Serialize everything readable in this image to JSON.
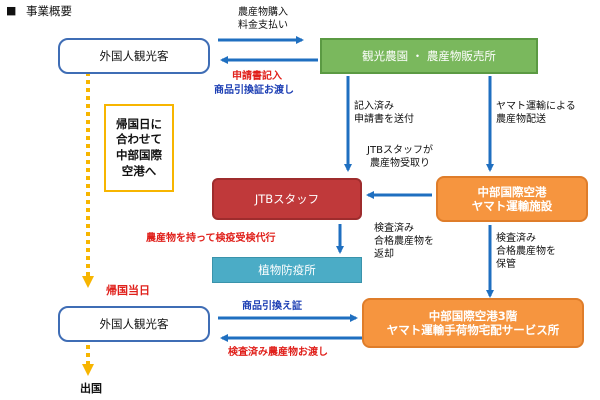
{
  "header": {
    "marker": "■",
    "title": "事業概要"
  },
  "nodes": {
    "tourist_top": "外国人観光客",
    "farm": "観光農園 ・ 農産物販売所",
    "jtb": "JTBスタッフ",
    "airport_yamato": [
      "中部国際空港",
      "ヤマト運輸施設"
    ],
    "plant": "植物防疫所",
    "tourist_bottom": "外国人観光客",
    "service": [
      "中部国際空港3階",
      "ヤマト運輸手荷物宅配サービス所"
    ],
    "note_box": [
      "帰国日に",
      "合わせて",
      "中部国際",
      "空港へ"
    ]
  },
  "labels": {
    "purchase": [
      "農産物購入",
      "料金支払い"
    ],
    "apply": "申請書記入",
    "voucher_hand": "商品引換証お渡し",
    "send_form": [
      "記入済み",
      "申請書を送付"
    ],
    "yamato_ship": [
      "ヤマト運輸による",
      "農産物配送"
    ],
    "jtb_receive": [
      "JTBスタッフが",
      "農産物受取り"
    ],
    "inspection_proxy": "農産物を持って検疫受検代行",
    "return_goods": [
      "検査済み",
      "合格農産物を",
      "返却"
    ],
    "store_goods": [
      "検査済み",
      "合格農産物を",
      "保管"
    ],
    "return_day": "帰国当日",
    "voucher_exchange": "商品引換え証",
    "inspected_hand": "検査済み農産物お渡し",
    "departure": "出国"
  }
}
